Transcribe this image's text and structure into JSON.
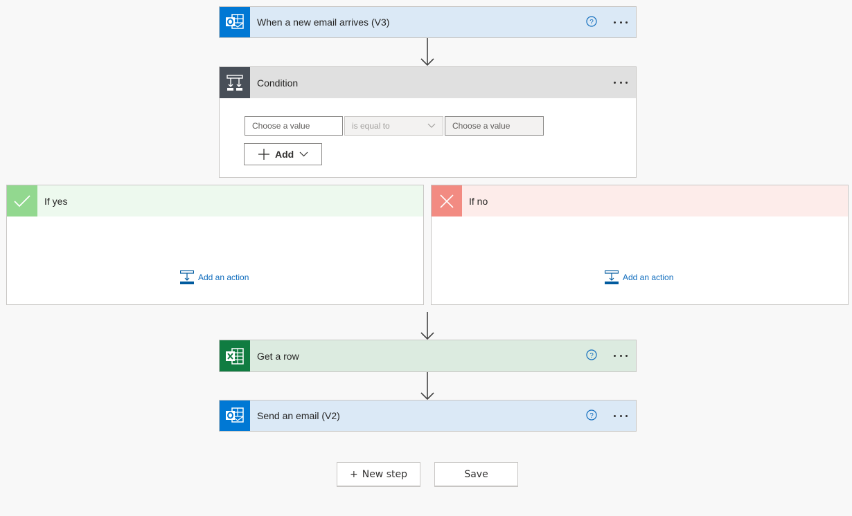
{
  "trigger": {
    "title": "When a new email arrives (V3)",
    "icon": "outlook-icon",
    "color": "#0078d4",
    "header_bg": "#dbe9f6"
  },
  "condition": {
    "title": "Condition",
    "icon": "condition-icon",
    "color": "#484f58",
    "header_bg": "#e0e0e0",
    "left_placeholder": "Choose a value",
    "operator": "is equal to",
    "right_placeholder": "Choose a value",
    "add_label": "Add"
  },
  "if_yes": {
    "title": "If yes",
    "add_action_label": "Add an action",
    "color": "#92d88f",
    "header_bg": "#edf9ee"
  },
  "if_no": {
    "title": "If no",
    "add_action_label": "Add an action",
    "color": "#f28b82",
    "header_bg": "#fdecea"
  },
  "get_row": {
    "title": "Get a row",
    "icon": "excel-icon",
    "color": "#107c41",
    "header_bg": "#dcebe0"
  },
  "send_email": {
    "title": "Send an email (V2)",
    "icon": "outlook-icon",
    "color": "#0078d4",
    "header_bg": "#dbe9f6"
  },
  "footer": {
    "new_step_label": "New step",
    "new_step_prefix": "+",
    "save_label": "Save"
  }
}
